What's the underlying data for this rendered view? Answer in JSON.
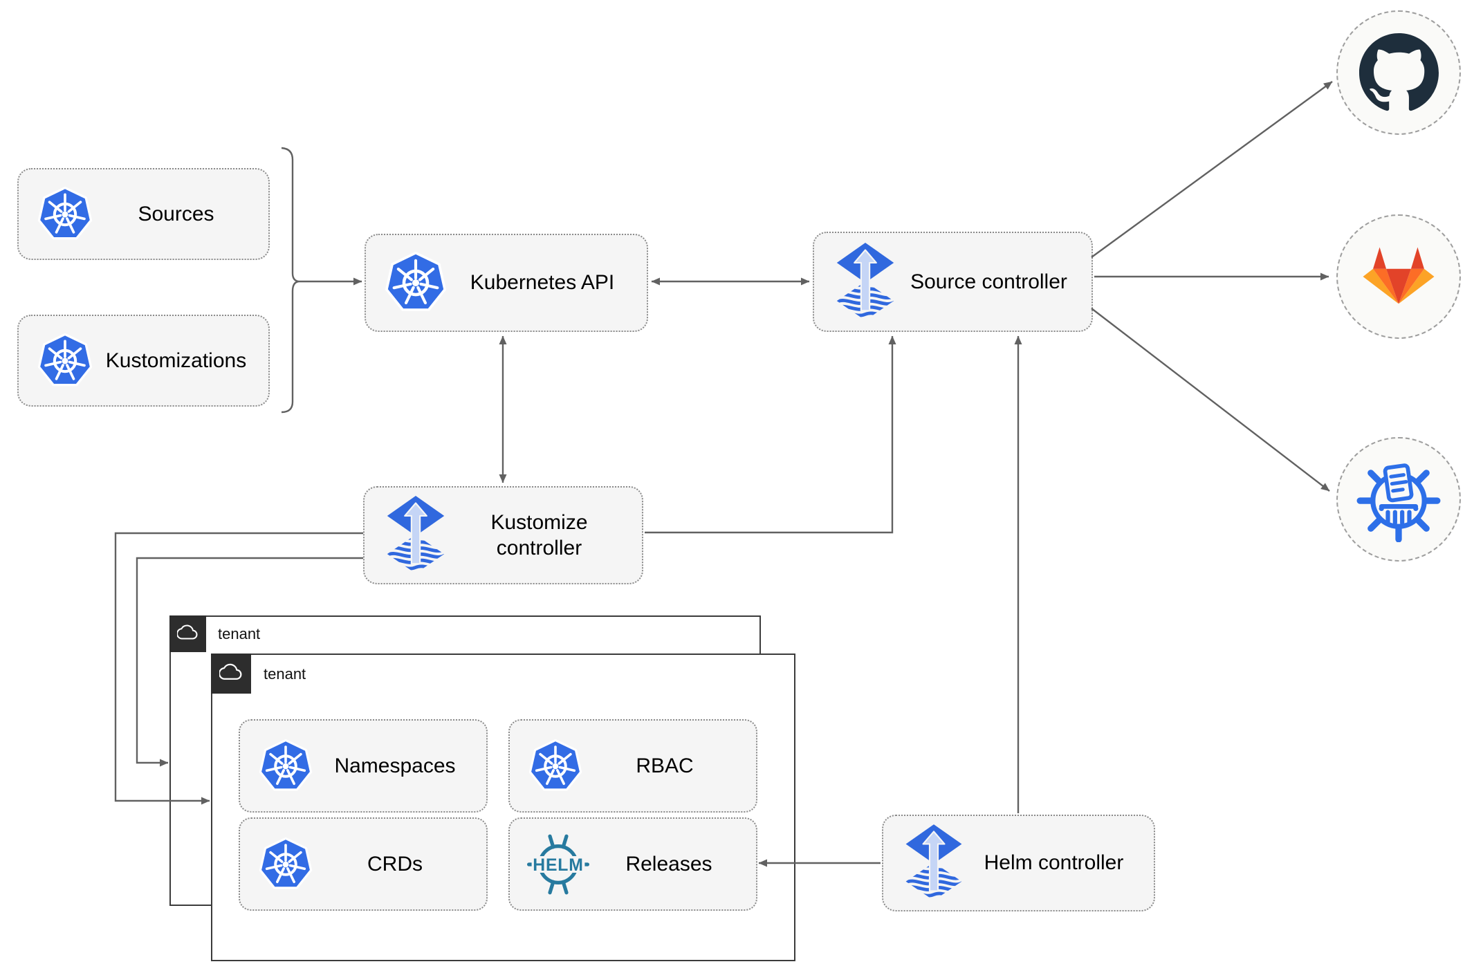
{
  "diagram": {
    "nodes": {
      "sources": {
        "label": "Sources"
      },
      "kustomizations": {
        "label": "Kustomizations"
      },
      "kubernetes_api": {
        "label": "Kubernetes API"
      },
      "source_controller": {
        "label": "Source controller"
      },
      "kustomize_controller": {
        "label": "Kustomize controller"
      },
      "helm_controller": {
        "label": "Helm controller"
      },
      "namespaces": {
        "label": "Namespaces"
      },
      "rbac": {
        "label": "RBAC"
      },
      "crds": {
        "label": "CRDs"
      },
      "releases": {
        "label": "Releases"
      }
    },
    "groups": {
      "tenant_back": {
        "label": "tenant"
      },
      "tenant_front": {
        "label": "tenant"
      }
    },
    "endpoints": [
      {
        "icon": "github-icon"
      },
      {
        "icon": "gitlab-icon"
      },
      {
        "icon": "chartmuseum-icon"
      }
    ],
    "icons": {
      "helm_text": "HELM"
    },
    "colors": {
      "kubernetes_blue": "#326CE5",
      "flux_blue": "#3068DE",
      "flux_arrow_light": "#C5D5F6",
      "helm_teal": "#277A9F",
      "github_dark": "#1E2E3C",
      "gitlab_red": "#E24329",
      "gitlab_orange": "#FC6D26",
      "gitlab_light_orange": "#FCA326",
      "chartmuseum_blue": "#2D6FE8",
      "connector_gray": "#616161",
      "node_fill": "#F5F5F5",
      "tenant_border": "#3B3B3B",
      "tenant_tab_bg": "#2D2D2D"
    }
  }
}
